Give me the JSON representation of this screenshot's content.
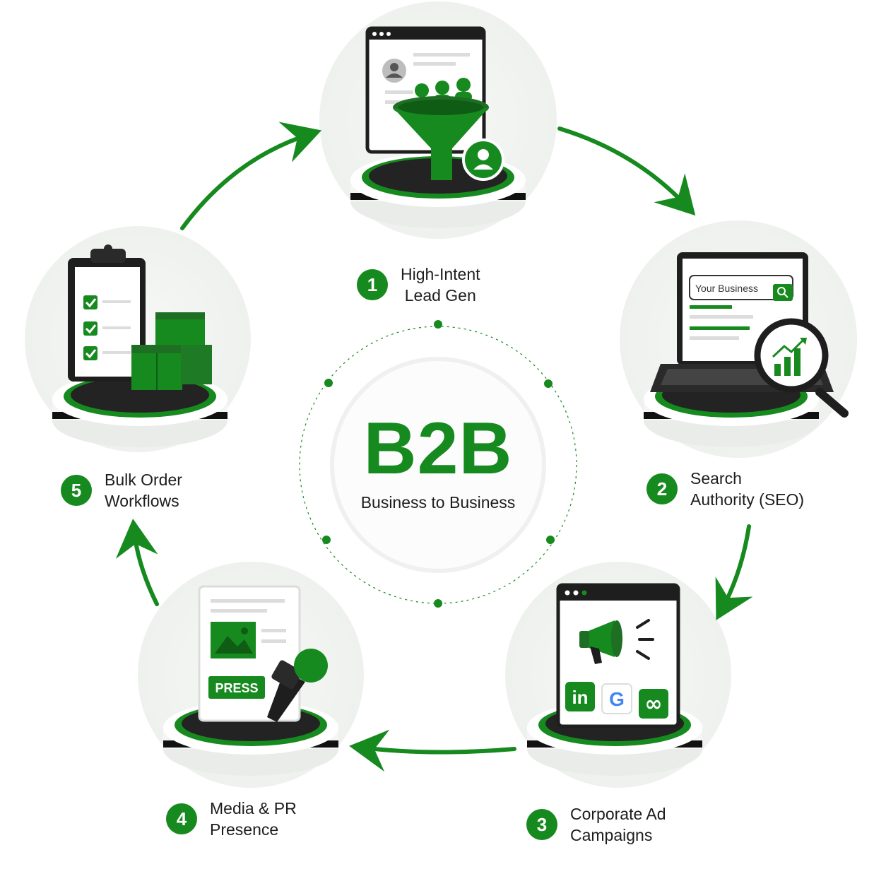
{
  "center": {
    "title": "B2B",
    "subtitle": "Business to Business"
  },
  "colors": {
    "accent": "#178a1f",
    "dark": "#1e1e1e",
    "halo": "#f3f5f3"
  },
  "steps": [
    {
      "number": "1",
      "lines": [
        "High-Intent",
        "Lead Gen"
      ],
      "icon": "lead-funnel-icon"
    },
    {
      "number": "2",
      "lines": [
        "Search",
        "Authority (SEO)"
      ],
      "icon": "seo-laptop-icon",
      "search_text": "Your Business"
    },
    {
      "number": "3",
      "lines": [
        "Corporate Ad",
        "Campaigns"
      ],
      "icon": "ad-megaphone-icon",
      "badges": [
        "in",
        "G",
        "∞"
      ]
    },
    {
      "number": "4",
      "lines": [
        "Media & PR",
        "Presence"
      ],
      "icon": "press-microphone-icon",
      "badge": "PRESS"
    },
    {
      "number": "5",
      "lines": [
        "Bulk Order",
        "Workflows"
      ],
      "icon": "clipboard-boxes-icon"
    }
  ]
}
